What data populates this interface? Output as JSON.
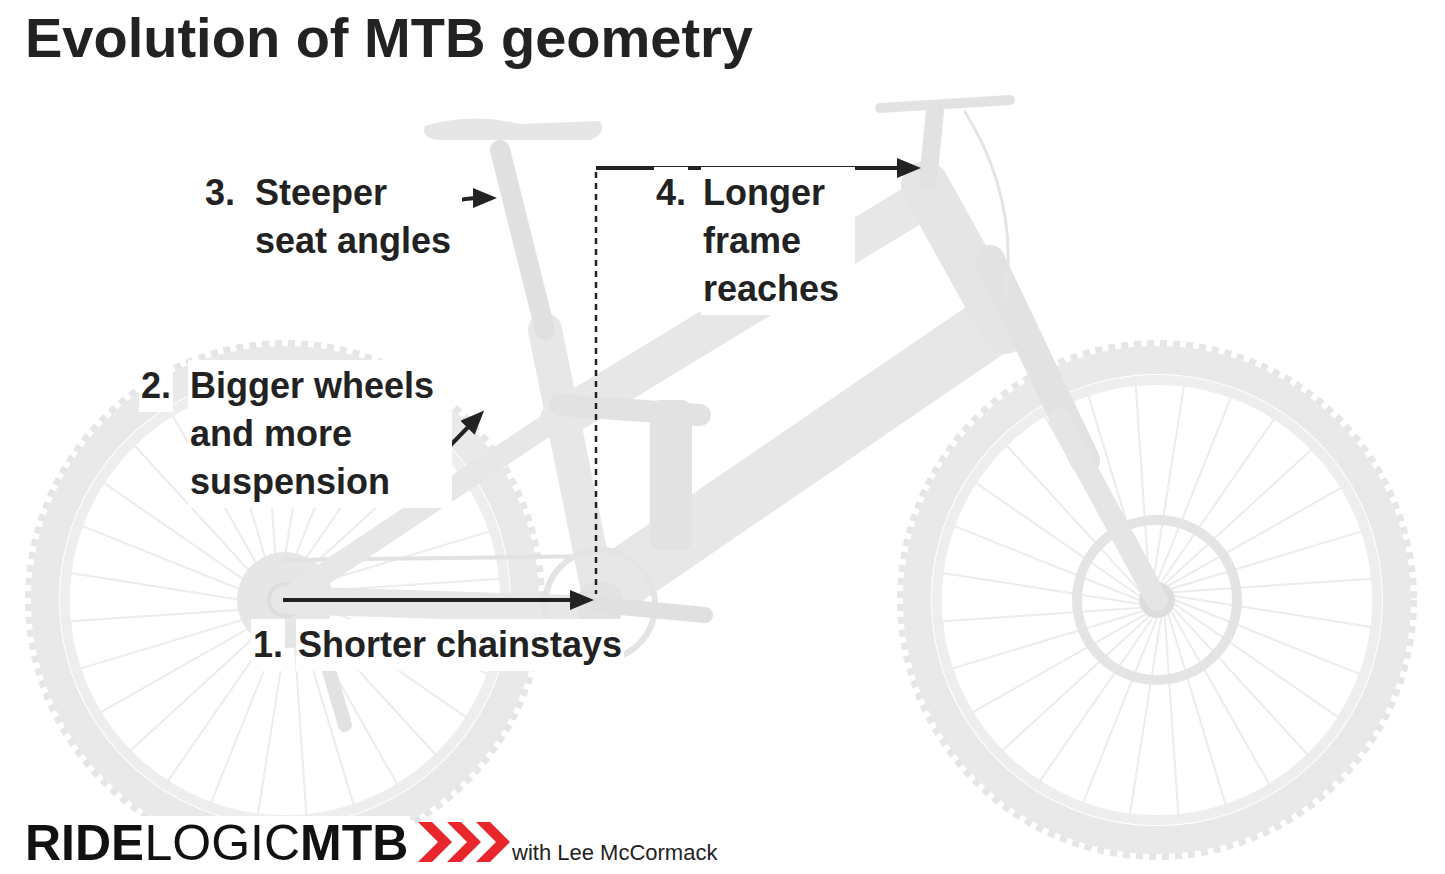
{
  "diagram": {
    "title": "Evolution of MTB geometry",
    "labels": [
      "3.",
      "Steeper seat angles",
      "4.",
      "Longer frame reaches",
      "2.",
      "Bigger wheels and more suspension",
      "1.",
      "Shorter chainstays",
      "RIDE",
      "LOGIC",
      "MTB",
      "with Lee McCormack"
    ]
  }
}
